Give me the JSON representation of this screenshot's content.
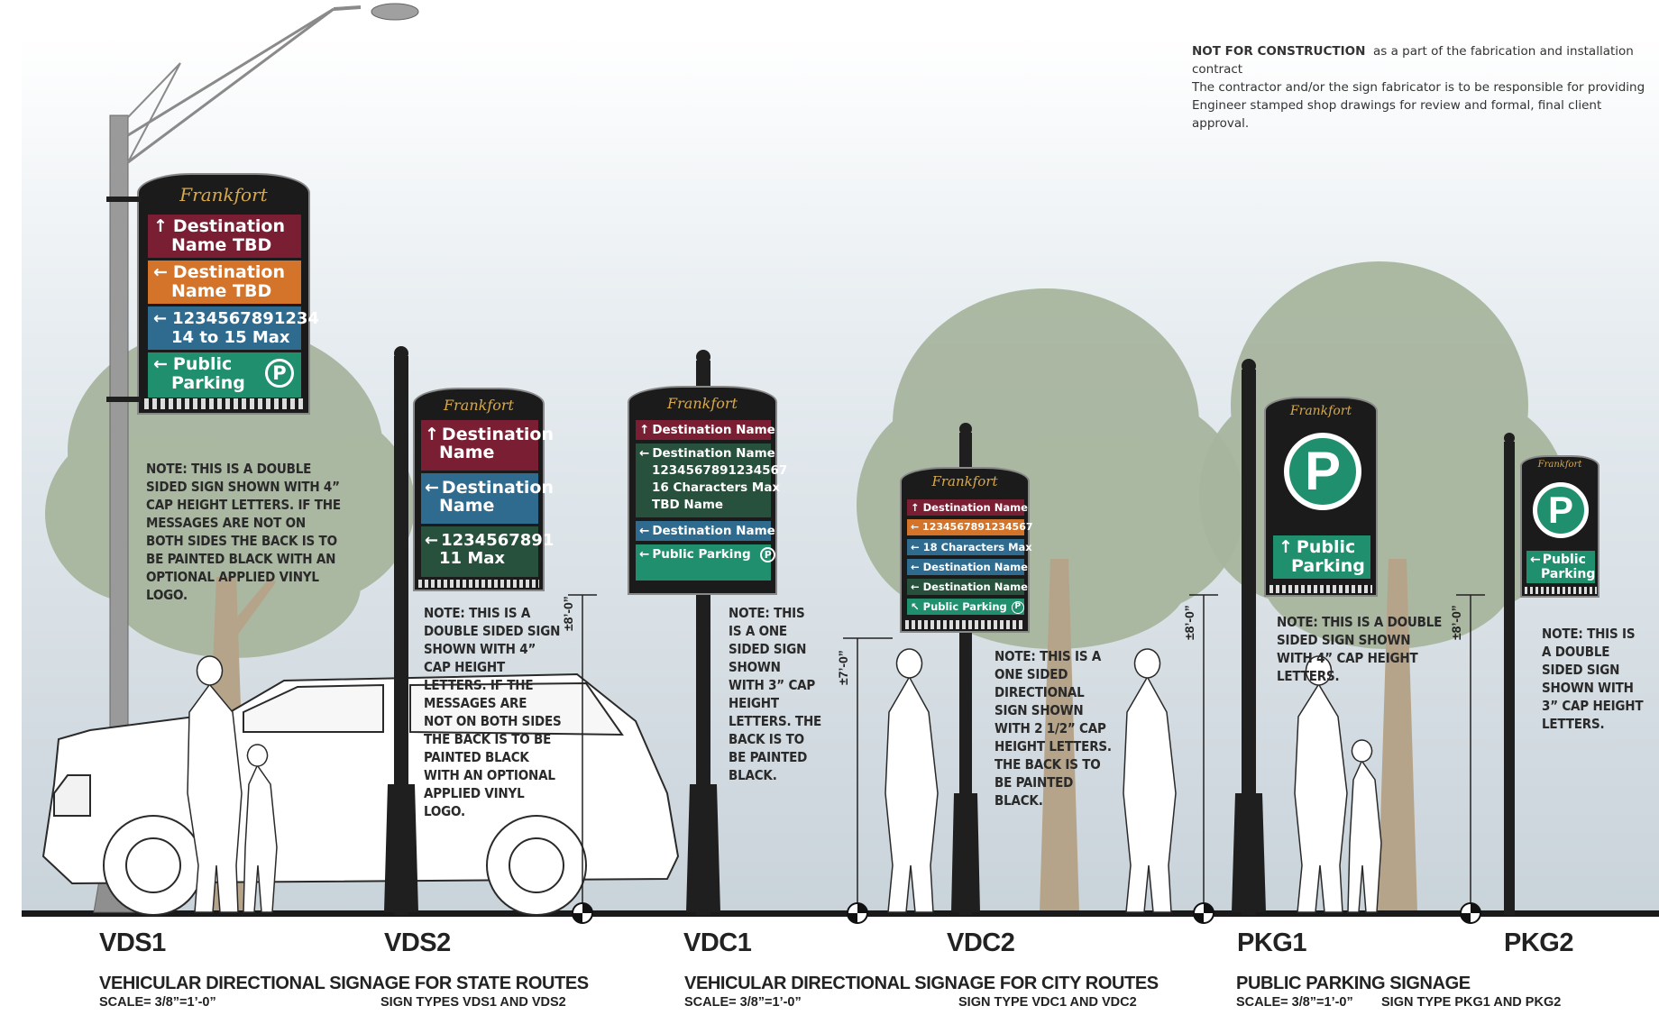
{
  "notice": {
    "lead": "NOT FOR CONSTRUCTION",
    "line1": "as a part of the fabrication and installation contract",
    "line2": "The contractor and/or the sign fabricator is to be responsible for providing",
    "line3": "Engineer stamped shop drawings for review and formal, final client approval."
  },
  "brand": "Frankfort",
  "colors": {
    "maroon": "#7a1f33",
    "orange": "#d4742b",
    "blue": "#2f6b8f",
    "green": "#1f8f6e",
    "darkgreen": "#27513c",
    "panel": "#1b1b1b",
    "gold": "#d8a94a",
    "pole": "#1f1f1f",
    "street_pole": "#9a9a9a",
    "tree": "#a8b59e",
    "trunk": "#b5a489"
  },
  "signs": {
    "vds1": {
      "rows": [
        {
          "arrow": "↑",
          "line1": "Destination",
          "line2": "Name TBD"
        },
        {
          "arrow": "←",
          "line1": "Destination",
          "line2": "Name TBD"
        },
        {
          "arrow": "←",
          "line1": "1234567891234",
          "line2": "14 to 15 Max"
        },
        {
          "arrow": "←",
          "line1": "Public",
          "line2": "Parking"
        }
      ]
    },
    "vds2": {
      "rows": [
        {
          "arrow": "↑",
          "line1": "Destination",
          "line2": "Name"
        },
        {
          "arrow": "←",
          "line1": "Destination",
          "line2": "Name"
        },
        {
          "arrow": "←",
          "line1": "1234567891",
          "line2": "11 Max"
        }
      ]
    },
    "vdc1": {
      "row1": "Destination Name",
      "row2_line1": "Destination Name",
      "row2_line2": "1234567891234567",
      "row2_line3": "16 Characters Max",
      "row2_line4": "TBD Name",
      "row3": "Destination Name",
      "row4": "Public Parking"
    },
    "vdc2": {
      "rows": [
        "Destination Name",
        "1234567891234567",
        "18 Characters Max",
        "Destination Name",
        "Destination Name",
        "Public Parking"
      ]
    },
    "pkg1": {
      "line1": "Public",
      "line2": "Parking"
    },
    "pkg2": {
      "line1": "Public",
      "line2": "Parking"
    },
    "parking_symbol": "P"
  },
  "notes": {
    "vds1": [
      "NOTE: THIS IS A DOUBLE",
      "SIDED SIGN SHOWN WITH 4”",
      "CAP HEIGHT LETTERS. IF THE",
      "MESSAGES ARE NOT ON",
      "BOTH SIDES THE BACK IS TO",
      "BE PAINTED BLACK WITH AN",
      "OPTIONAL APPLIED VINYL",
      "LOGO."
    ],
    "vds2": [
      "NOTE: THIS IS A",
      "DOUBLE SIDED SIGN",
      "SHOWN WITH 4”",
      "CAP HEIGHT",
      "LETTERS. IF THE",
      "MESSAGES ARE",
      "NOT ON BOTH SIDES",
      "THE BACK IS TO BE",
      "PAINTED BLACK",
      "WITH AN OPTIONAL",
      "APPLIED VINYL",
      "LOGO."
    ],
    "vdc1": [
      "NOTE: THIS",
      "IS A ONE",
      "SIDED SIGN",
      "SHOWN",
      "WITH 3” CAP",
      "HEIGHT",
      "LETTERS. THE",
      "BACK IS TO",
      "BE PAINTED",
      "BLACK."
    ],
    "vdc2": [
      "NOTE: THIS IS A",
      "ONE SIDED",
      "DIRECTIONAL",
      "SIGN SHOWN",
      "WITH 2 1/2” CAP",
      "HEIGHT LETTERS.",
      "THE BACK IS TO",
      "BE PAINTED",
      "BLACK."
    ],
    "pkg1": [
      "NOTE: THIS IS A DOUBLE",
      "SIDED SIGN SHOWN",
      "WITH 4” CAP HEIGHT",
      "LETTERS."
    ],
    "pkg2": [
      "NOTE: THIS IS",
      "A DOUBLE",
      "SIDED SIGN",
      "SHOWN WITH",
      "3” CAP HEIGHT",
      "LETTERS."
    ]
  },
  "dimensions": {
    "d1": "±8’-0”",
    "d2": "±7’-0”",
    "d3": "±8’-0”",
    "d4": "±8’-0”"
  },
  "codes": [
    "VDS1",
    "VDS2",
    "VDC1",
    "VDC2",
    "PKG1",
    "PKG2"
  ],
  "groups": [
    {
      "title": "VEHICULAR DIRECTIONAL SIGNAGE FOR STATE ROUTES",
      "scale": "SCALE= 3/8”=1’-0”",
      "types": "SIGN TYPES VDS1 AND VDS2"
    },
    {
      "title": "VEHICULAR DIRECTIONAL SIGNAGE FOR CITY ROUTES",
      "scale": "SCALE= 3/8”=1’-0”",
      "types": "SIGN TYPE VDC1 AND VDC2"
    },
    {
      "title": "PUBLIC PARKING SIGNAGE",
      "scale": "SCALE= 3/8”=1’-0”",
      "types": "SIGN TYPE PKG1 AND PKG2"
    }
  ]
}
